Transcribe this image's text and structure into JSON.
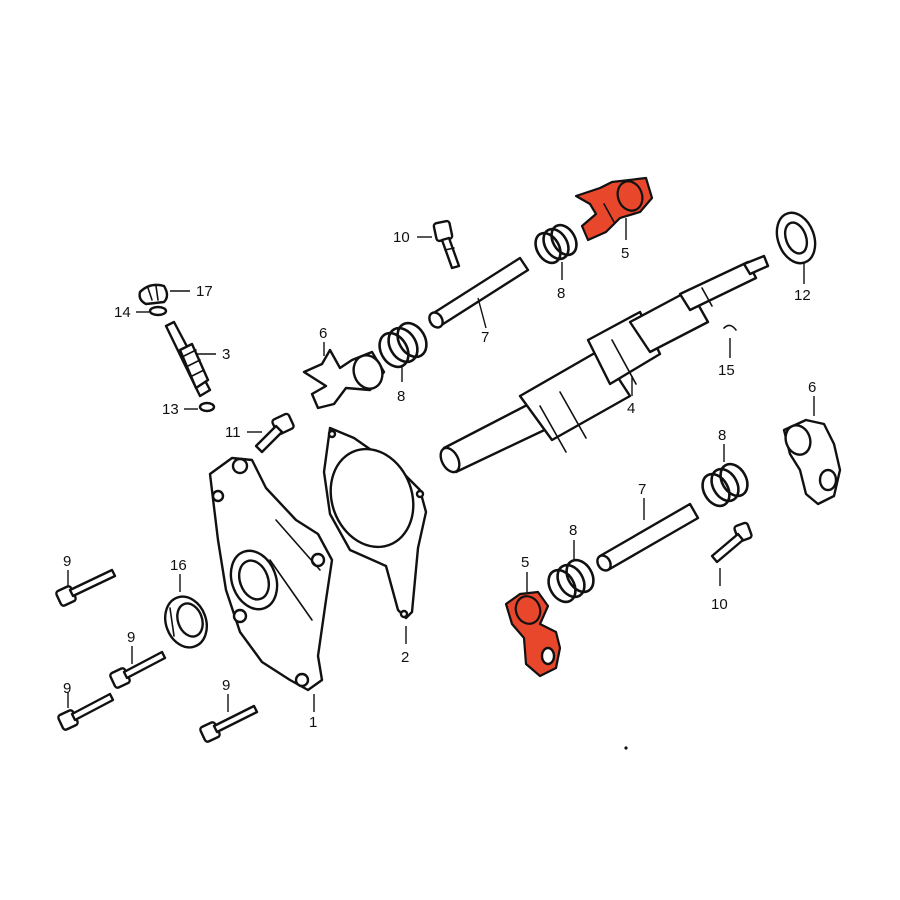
{
  "highlight_color": "#e8472c",
  "parts": {
    "p1": "1",
    "p2": "2",
    "p3": "3",
    "p4": "4",
    "p5a": "5",
    "p5b": "5",
    "p6a": "6",
    "p6b": "6",
    "p7a": "7",
    "p7b": "7",
    "p8a": "8",
    "p8b": "8",
    "p8c": "8",
    "p8d": "8",
    "p9a": "9",
    "p9b": "9",
    "p9c": "9",
    "p9d": "9",
    "p10a": "10",
    "p10b": "10",
    "p11": "11",
    "p12": "12",
    "p13": "13",
    "p14": "14",
    "p15": "15",
    "p16": "16",
    "p17": "17"
  }
}
